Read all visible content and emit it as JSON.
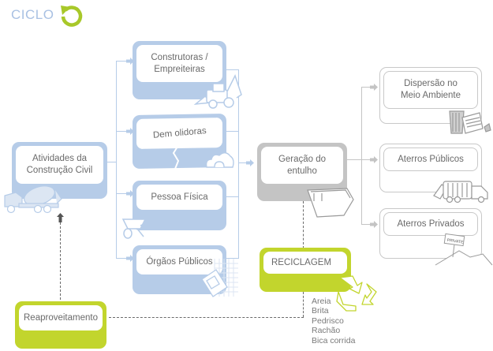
{
  "header": {
    "title": "CICLO",
    "icon": "cycle-arrow-icon"
  },
  "sources": {
    "main": {
      "label": "Atividades da\nConstrução Civil",
      "line1": "Atividades da",
      "line2": "Construção Civil",
      "icon": "concrete-mixer-truck-icon"
    },
    "items": [
      {
        "line1": "Construtoras /",
        "line2": "Empreiteiras",
        "icon": "backhoe-loader-icon"
      },
      {
        "line1": "Dem olidoras",
        "icon": "rubble-icon"
      },
      {
        "line1": "Pessoa Física",
        "icon": "wheelbarrow-icon"
      },
      {
        "line1": "Órgãos Públicos",
        "icon": "blueprint-icon"
      }
    ]
  },
  "center": {
    "line1": "Geração do",
    "line2": "entulho",
    "icon": "dumpster-icon"
  },
  "destinations": [
    {
      "line1": "Dispersão no",
      "line2": "Meio Ambiente",
      "icon": "trash-bin-icon"
    },
    {
      "line1": "Aterros Públicos",
      "icon": "garbage-truck-icon"
    },
    {
      "line1": "Aterros Privados",
      "icon": "private-sign-icon",
      "sign_text": "PRIVATE"
    }
  ],
  "recycling": {
    "label": "RECICLAGEM",
    "icon": "recycle-icon",
    "materials": [
      "Areia",
      "Brita",
      "Pedrisco",
      "Rachão",
      "Bica corrida"
    ]
  },
  "reuse": {
    "label": "Reaproveitamento"
  },
  "colors": {
    "blue": "#b6cce8",
    "gray": "#c4c4c4",
    "green": "#c2d52d",
    "title": "#a9c1e3",
    "text": "#6a6a6a"
  }
}
